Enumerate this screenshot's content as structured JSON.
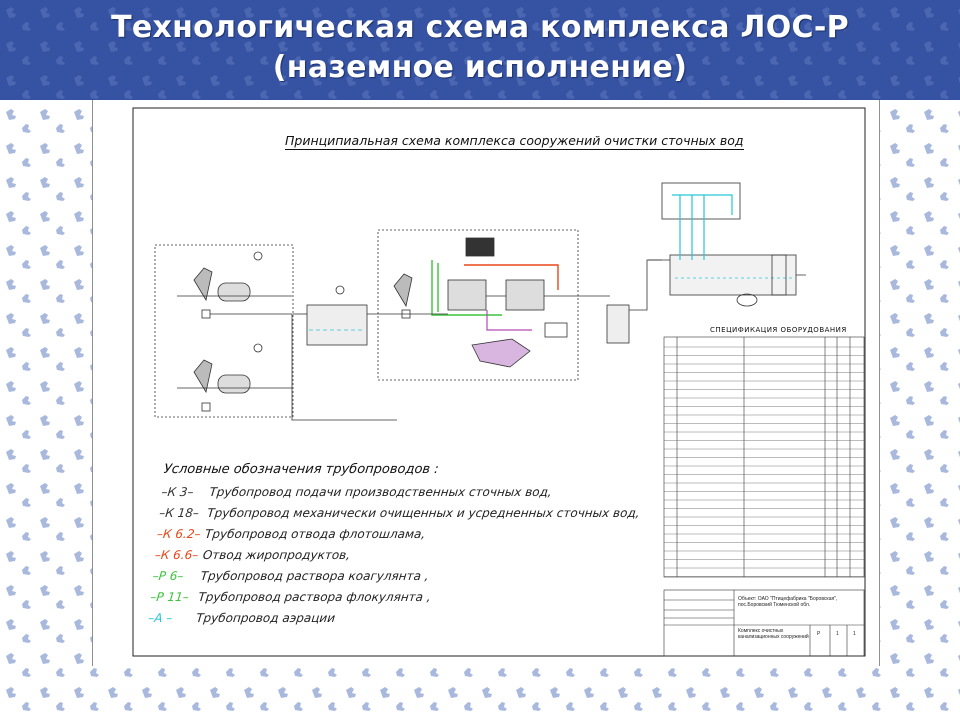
{
  "slide": {
    "title_line1": "Технологическая схема комплекса ЛОС-Р",
    "title_line2": "(наземное  исполнение)"
  },
  "drawing": {
    "scheme_title": "Принципиальная схема комплекса сооружений очистки сточных вод",
    "spec_title": "СПЕЦИФИКАЦИЯ ОБОРУДОВАНИЯ",
    "legend_title": "Условные обозначения трубопроводов :",
    "legend": [
      {
        "code": "–К 3–",
        "desc": "Трубопровод подачи производственных сточных вод,",
        "color": "#333333"
      },
      {
        "code": "–К 18–",
        "desc": "Трубопровод механически очищенных и усредненных сточных вод,",
        "color": "#333333"
      },
      {
        "code": "–К 6.2–",
        "desc": "Трубопровод отвода флотошлама,",
        "color": "#e8471a"
      },
      {
        "code": "–К 6.6–",
        "desc": "Отвод жиропродуктов,",
        "color": "#e8471a"
      },
      {
        "code": "–Р 6–",
        "desc": "Трубопровод раствора коагулянта ,",
        "color": "#3cc43c"
      },
      {
        "code": "–Р 11–",
        "desc": "Трубопровод раствора флокулянта ,",
        "color": "#3cc43c"
      },
      {
        "code": "–А –",
        "desc": "Трубопровод аэрации",
        "color": "#27c6d6"
      }
    ],
    "stamp_text": "Объект: ОАО \"Птицефабрика \"Боровская\",\nпос.Боровский Тюменской обл.",
    "stamp_text2": "Комплекс очистных\nканализационных сооружений",
    "stamp_sheet": "Р",
    "stamp_n1": "1",
    "stamp_n2": "1"
  },
  "colors": {
    "banner": "#3553a2",
    "pipe_black": "#333333",
    "pipe_orange": "#e8471a",
    "pipe_green": "#3cc43c",
    "pipe_cyan": "#27c6d6",
    "pipe_magenta": "#b44bb4",
    "pattern_icon": "#a9b8dd"
  }
}
